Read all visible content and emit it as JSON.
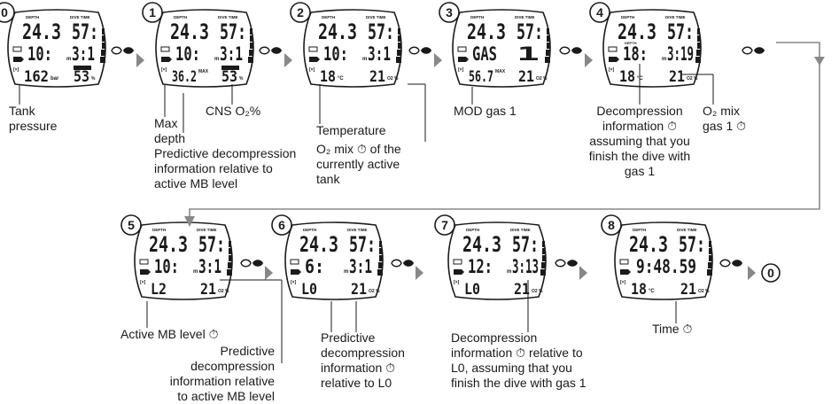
{
  "steps": [
    {
      "num": "0",
      "depth": "24.3",
      "time": "57:",
      "row2a": "10:",
      "row2b": "3:1",
      "bl": "162",
      "br": "53",
      "bl_unit": "bar",
      "br_unit": "%",
      "bl_tag": "",
      "br_tag": "",
      "row1_tag": "",
      "bl_flag": "",
      "br_flag": "CNS O2%",
      "row2_mid": "m"
    },
    {
      "num": "1",
      "depth": "24.3",
      "time": "57:",
      "row2a": "10:",
      "row2b": "3:1",
      "bl": "36.2",
      "br": "53",
      "bl_unit": "",
      "br_unit": "%",
      "bl_tag": "MAX",
      "br_tag": "",
      "row1_tag": "",
      "bl_flag": "",
      "br_flag": "CNS O2%",
      "row2_mid": "m"
    },
    {
      "num": "2",
      "depth": "24.3",
      "time": "57:",
      "row2a": "10:",
      "row2b": "3:1",
      "bl": "18",
      "br": "21",
      "bl_unit": "°C",
      "br_unit": "O2 %",
      "bl_tag": "",
      "br_tag": "",
      "row1_tag": "",
      "bl_flag": "",
      "br_flag": "",
      "row2_mid": "m"
    },
    {
      "num": "3",
      "depth": "24.3",
      "time": "57:",
      "row2a": "GAS",
      "row2b": "1",
      "bl": "56.7",
      "br": "21",
      "bl_unit": "",
      "br_unit": "O2 %",
      "bl_tag": "MAX",
      "br_tag": "",
      "row1_tag": "",
      "bl_flag": "",
      "br_flag": "",
      "row2_mid": ""
    },
    {
      "num": "4",
      "depth": "24.3",
      "time": "57:",
      "row2a": "18:",
      "row2b": "3:19",
      "bl": "18",
      "br": "21",
      "bl_unit": "°C",
      "br_unit": "O2 %",
      "bl_tag": "",
      "br_tag": "",
      "row1_tag": "DEPTH",
      "bl_flag": "",
      "br_flag": "",
      "row2_mid": "m"
    },
    {
      "num": "5",
      "depth": "24.3",
      "time": "57:",
      "row2a": "10:",
      "row2b": "3:1",
      "bl": "L2",
      "br": "21",
      "bl_unit": "",
      "br_unit": "O2 %",
      "bl_tag": "",
      "br_tag": "",
      "row1_tag": "",
      "bl_flag": "",
      "br_flag": "",
      "row2_mid": "m"
    },
    {
      "num": "6",
      "depth": "24.3",
      "time": "57:",
      "row2a": "6:",
      "row2b": "3:1",
      "bl": "L0",
      "br": "21",
      "bl_unit": "",
      "br_unit": "O2 %",
      "bl_tag": "",
      "br_tag": "",
      "row1_tag": "",
      "bl_flag": "",
      "br_flag": "",
      "row2_mid": "m"
    },
    {
      "num": "7",
      "depth": "24.3",
      "time": "57:",
      "row2a": "12:",
      "row2b": "3:13",
      "bl": "L0",
      "br": "21",
      "bl_unit": "",
      "br_unit": "O2 %",
      "bl_tag": "",
      "br_tag": "",
      "row1_tag": "",
      "bl_flag": "",
      "br_flag": "",
      "row2_mid": "m"
    },
    {
      "num": "8",
      "depth": "24.3",
      "time": "57:",
      "row2a": "9:48.59",
      "row2b": "",
      "bl": "18",
      "br": "21",
      "bl_unit": "°C",
      "br_unit": "O2 %",
      "bl_tag": "",
      "br_tag": "",
      "row1_tag": "",
      "bl_flag": "",
      "br_flag": "",
      "row2_mid": ""
    }
  ],
  "end_marker": "0",
  "captions": {
    "tank_pressure": [
      "Tank",
      "pressure"
    ],
    "max_depth": [
      "Max",
      "depth"
    ],
    "cns": "CNS O₂%",
    "predictive_active_mb": [
      "Predictive decompression",
      "information relative to",
      "active MB level"
    ],
    "temperature": "Temperature",
    "o2_mix_active": [
      "O₂ mix ⏱ of the",
      "currently active",
      "tank"
    ],
    "mod_gas1": "MOD gas 1",
    "deco_gas1": [
      "Decompression",
      "information ⏱",
      "assuming that you",
      "finish the dive with",
      "gas 1"
    ],
    "o2_mix_gas1": [
      "O₂ mix",
      "gas 1 ⏱"
    ],
    "active_mb_level": "Active MB level ⏱",
    "predictive_mb_right": [
      "Predictive",
      "decompression",
      "information relative",
      "to active MB level"
    ],
    "predictive_l0": [
      "Predictive",
      "decompression",
      "information ⏱",
      "relative to L0"
    ],
    "deco_l0_gas1": [
      "Decompression",
      "information ⏱ relative to",
      "L0, assuming that you",
      "finish the dive with gas 1"
    ],
    "time": "Time ⏱"
  }
}
